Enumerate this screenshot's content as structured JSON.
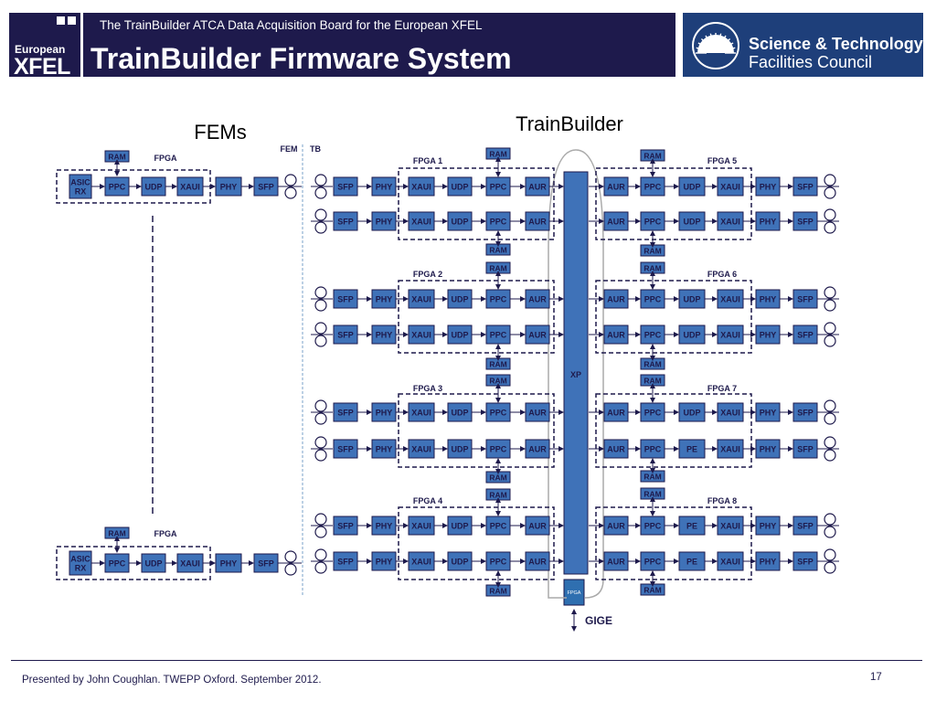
{
  "header": {
    "subtitle": "The TrainBuilder ATCA Data Acquisition Board for the European XFEL",
    "title": "TrainBuilder Firmware System",
    "xfel_logo_line1": "European",
    "xfel_logo_line2": "XFEL",
    "stfc_line1": "Science & Technology",
    "stfc_line2": "Facilities Council"
  },
  "diagram": {
    "fems_label": "FEMs",
    "trainbuilder_label": "TrainBuilder",
    "fem_label": "FEM",
    "tb_label": "TB",
    "xp_label": "XP",
    "gige_label": "GIGE",
    "fpga_small_label": "FPGA",
    "ram_label": "RAM",
    "fem_fpga_label": "FPGA",
    "fem_chain": [
      "ASIC\nRX",
      "PPC",
      "UDP",
      "XAUI",
      "PHY",
      "SFP"
    ],
    "left_chain": [
      "SFP",
      "PHY",
      "XAUI",
      "UDP",
      "PPC",
      "AUR"
    ],
    "right_chain": [
      "AUR",
      "PPC",
      "UDP",
      "XAUI",
      "PHY",
      "SFP"
    ],
    "right_chain_pe": [
      "AUR",
      "PPC",
      "PE",
      "XAUI",
      "PHY",
      "SFP"
    ],
    "left_fpgas": [
      "FPGA 1",
      "FPGA 2",
      "FPGA 3",
      "FPGA 4"
    ],
    "right_fpgas": [
      "FPGA 5",
      "FPGA 6",
      "FPGA 7",
      "FPGA 8"
    ],
    "colors": {
      "block": "#3f72b8",
      "dark": "#1e1a4c",
      "xp": "#3f72b8"
    }
  },
  "footer": {
    "presenter": "Presented by John Coughlan. TWEPP Oxford. September  2012.",
    "page": "17"
  }
}
